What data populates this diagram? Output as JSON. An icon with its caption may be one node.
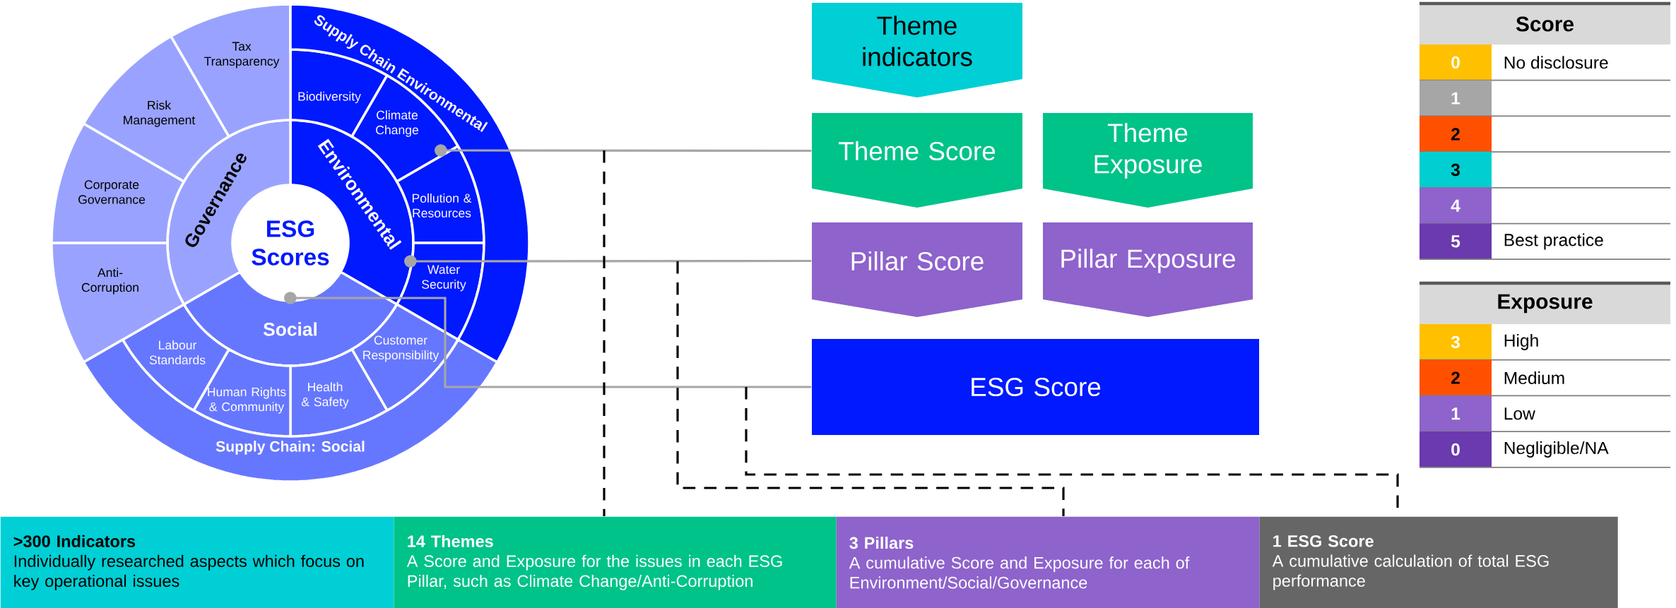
{
  "diagram": {
    "nodes": [
      {
        "text": [
          "ESG Scores"
        ]
      },
      {
        "text": [
          "Environmental"
        ]
      },
      {
        "text": [
          "Social"
        ]
      },
      {
        "text": [
          "Governance"
        ]
      },
      {
        "text": [
          "Biodiversity"
        ]
      },
      {
        "text": [
          "Climate Change"
        ]
      },
      {
        "text": [
          "Pollution & Resources"
        ]
      },
      {
        "text": [
          "Water Security"
        ]
      },
      {
        "text": [
          "Customer Responsibility"
        ]
      },
      {
        "text": [
          "Health & Safety"
        ]
      },
      {
        "text": [
          "Human Rights & Community"
        ]
      },
      {
        "text": [
          "Labour Standards"
        ]
      },
      {
        "text": [
          "Anti-Corruption"
        ]
      },
      {
        "text": [
          "Corporate Governance"
        ]
      },
      {
        "text": [
          "Risk Management"
        ]
      },
      {
        "text": [
          "Tax Transparency"
        ]
      },
      {
        "text": [
          "Supply Chain Environmental"
        ]
      },
      {
        "text": [
          "Supply Chain: Social"
        ]
      },
      {
        "text": [
          "Theme indicators"
        ]
      },
      {
        "text": [
          "Theme Score"
        ]
      },
      {
        "text": [
          "Theme Exposure"
        ]
      },
      {
        "text": [
          "Pillar Score"
        ]
      },
      {
        "text": [
          "Pillar Exposure"
        ]
      },
      {
        "text": [
          "ESG Score"
        ]
      },
      {
        "text": [
          ">300 Indicators",
          "Individually researched aspects which focus on key operational issues"
        ]
      },
      {
        "text": [
          "14 Themes",
          "A Score and Exposure for the issues in each ESG Pillar, such as Climate Change/Anti-Corruption"
        ]
      },
      {
        "text": [
          "3 Pillars",
          "A cumulative Score and Exposure for each of Environment/Social/Governance"
        ]
      },
      {
        "text": [
          "1 ESG Score",
          "A cumulative calculation of total ESG performance"
        ]
      }
    ],
    "edges": [
      {
        "from": 5,
        "to": 19,
        "arrow": "other",
        "color": "#a6a6a6"
      },
      {
        "from": 1,
        "to": 21,
        "arrow": "other",
        "color": "#a6a6a6"
      },
      {
        "from": 0,
        "to": 23,
        "arrow": "other",
        "color": "#a6a6a6"
      },
      {
        "from": null,
        "to": 25,
        "arrow": "none",
        "style": "dashed",
        "color": "#000000"
      },
      {
        "from": null,
        "to": 26,
        "arrow": "none",
        "style": "dashed",
        "color": "#000000"
      },
      {
        "from": null,
        "to": 27,
        "arrow": "none",
        "style": "dashed",
        "color": "#000000"
      }
    ],
    "labels": [
      "Score",
      "0",
      "No disclosure",
      "1",
      "2",
      "3",
      "4",
      "5",
      "Best practice",
      "Exposure",
      "3",
      "High",
      "2",
      "Medium",
      "1",
      "Low",
      "0",
      "Negligible/NA"
    ]
  }
}
